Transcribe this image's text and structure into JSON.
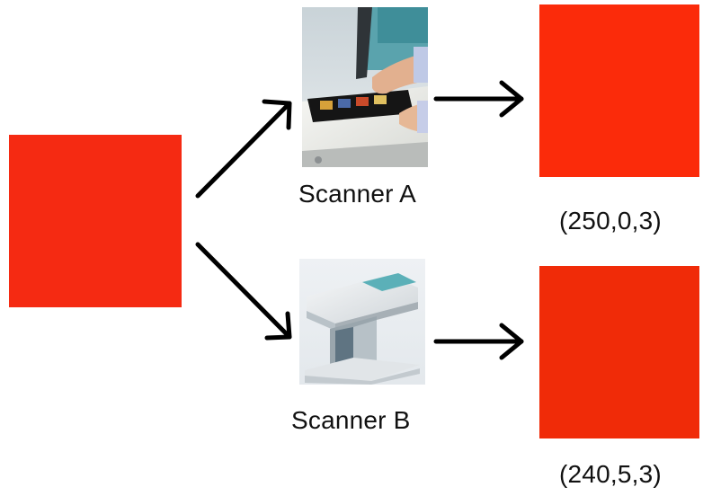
{
  "source_swatch": {
    "color": "#f52a12"
  },
  "scanner_a": {
    "label": "Scanner A",
    "output_color": "#fb2b0a",
    "output_value": "(250,0,3)"
  },
  "scanner_b": {
    "label": "Scanner B",
    "output_color": "#f02b08",
    "output_value": "(240,5,3)"
  },
  "icons": {
    "scanner_a": "flatbed-scanner-photo-icon",
    "scanner_b": "standing-scanner-photo-icon",
    "arrows": "arrow-icon"
  }
}
